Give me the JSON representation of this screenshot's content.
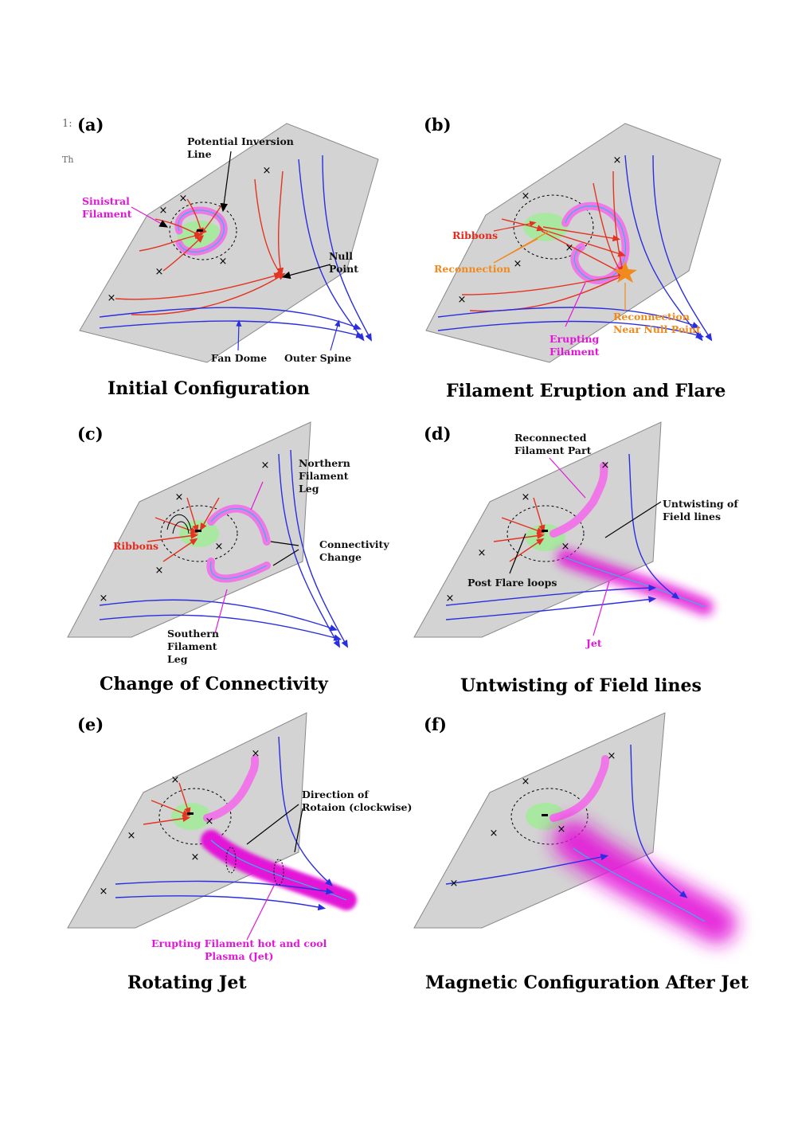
{
  "stray": {
    "a": "1:",
    "b": "Th"
  },
  "colors": {
    "plane": "#d3d3d3",
    "blue": "#2a2ee0",
    "red": "#e53322",
    "magenta": "#ef77e7",
    "cyan": "#2bb9e8",
    "green": "#a9e8a1",
    "orange": "#f08a1c"
  },
  "panels": [
    {
      "label": "(a)",
      "title": "Initial Configuration",
      "annotations": {
        "pil": "Potential Inversion\nLine",
        "sinistral": "Sinistral\nFilament",
        "null": "Null\nPoint",
        "fan": "Fan Dome",
        "spine": "Outer Spine"
      }
    },
    {
      "label": "(b)",
      "title": "Filament Eruption and Flare",
      "annotations": {
        "ribbons": "Ribbons",
        "reconnection": "Reconnection",
        "near_null": "Reconnection\nNear Null Point",
        "erupting": "Erupting\nFilament"
      }
    },
    {
      "label": "(c)",
      "title": "Change of Connectivity",
      "annotations": {
        "northern": "Northern\nFilament\nLeg",
        "connectivity": "Connectivity\nChange",
        "ribbons": "Ribbons",
        "southern": "Southern\nFilament\nLeg"
      }
    },
    {
      "label": "(d)",
      "title": "Untwisting of Field lines",
      "annotations": {
        "reconnected": "Reconnected\nFilament Part",
        "untwisting": "Untwisting of\nField lines",
        "postflare": "Post Flare loops",
        "jet": "Jet"
      }
    },
    {
      "label": "(e)",
      "title": "Rotating Jet",
      "annotations": {
        "direction": "Direction of\nRotaion (clockwise)",
        "plasma": "Erupting Filament hot and cool\nPlasma (Jet)"
      }
    },
    {
      "label": "(f)",
      "title": "Magnetic Configuration After Jet",
      "annotations": {}
    }
  ]
}
